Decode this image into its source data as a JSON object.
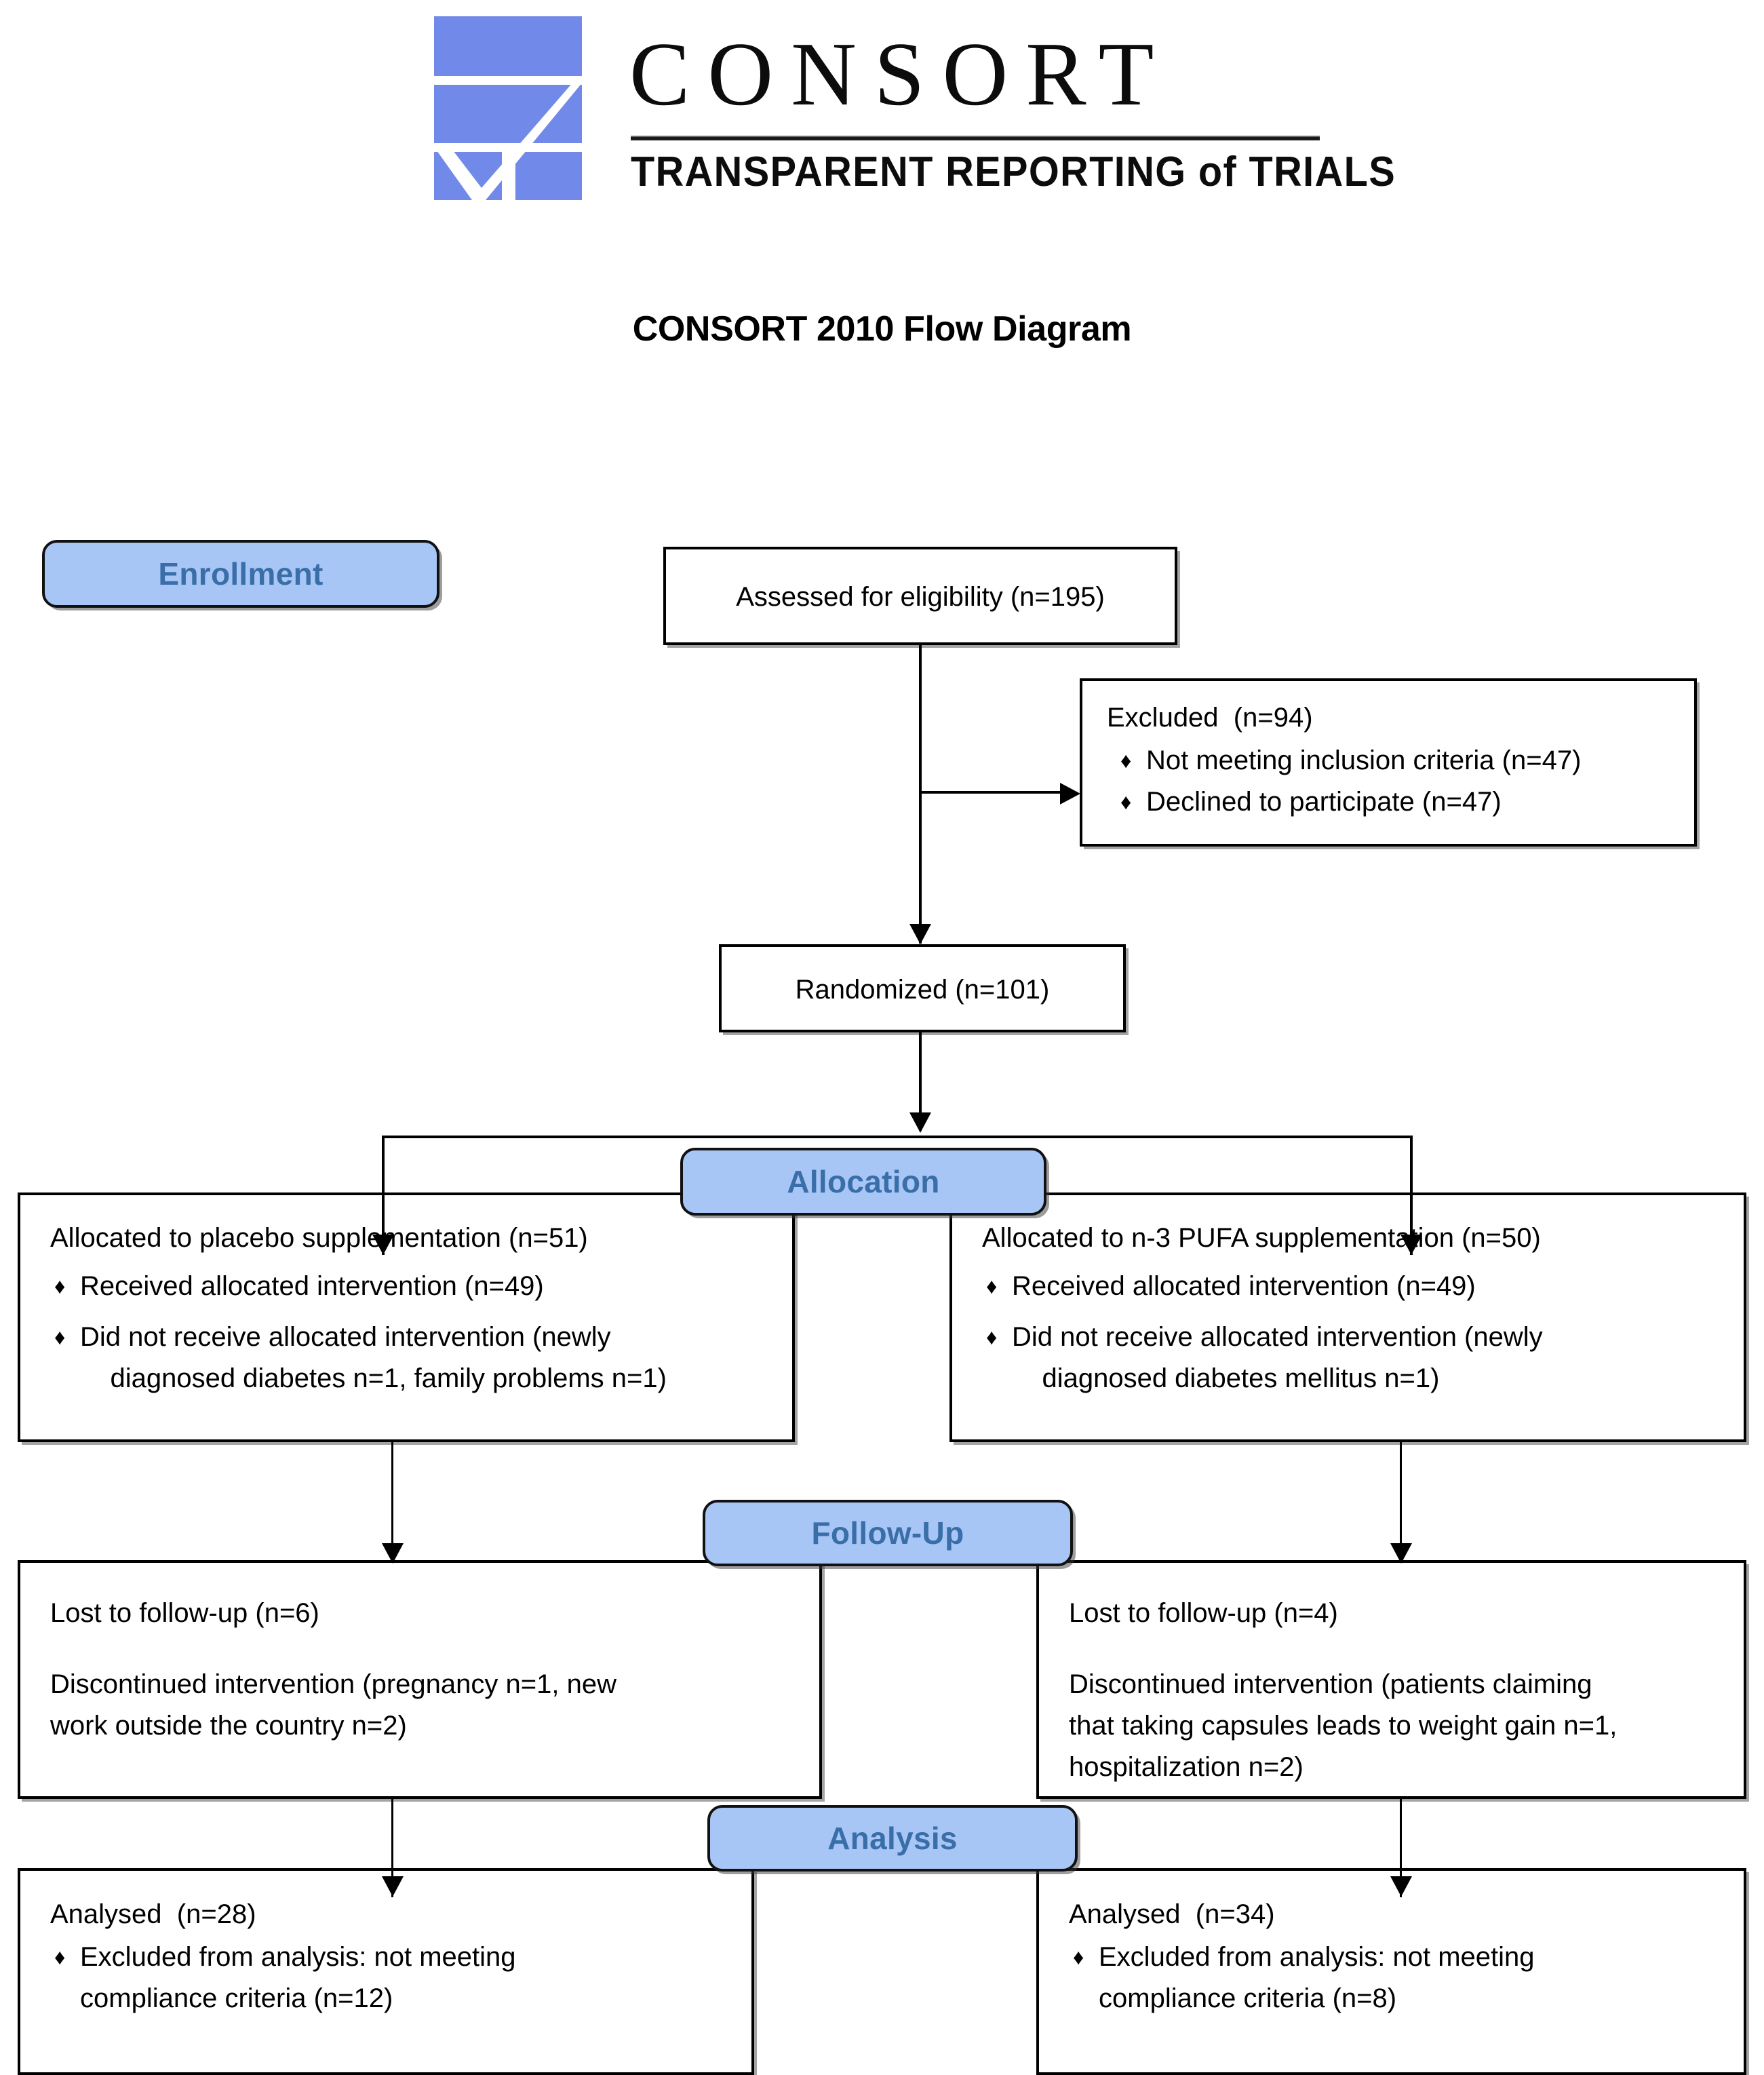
{
  "logo": {
    "wordmark": "CONSORT",
    "tagline": "TRANSPARENT REPORTING of TRIALS",
    "mark_name": "consort-checkmark-logo",
    "mark_color": "#7189e8"
  },
  "page_title": "CONSORT 2010 Flow Diagram",
  "colors": {
    "pill_fill": "#a8c6f5",
    "pill_text": "#3a6ea8",
    "box_border": "#000000",
    "line": "#000000"
  },
  "bullet_glyph": "♦",
  "stages": {
    "enrollment": "Enrollment",
    "allocation": "Allocation",
    "follow_up": "Follow-Up",
    "analysis": "Analysis"
  },
  "nodes": {
    "assessed": {
      "text": "Assessed for eligibility (n=195)"
    },
    "excluded": {
      "heading": "Excluded  (n=94)",
      "bullets": [
        "Not meeting inclusion criteria (n=47)",
        "Declined to participate (n=47)"
      ]
    },
    "randomized": {
      "text": "Randomized (n=101)"
    },
    "alloc_left": {
      "heading": "Allocated to placebo supplementation (n=51)",
      "bullets": [
        "Received allocated intervention (n=49)",
        "Did not receive allocated intervention (newly\n    diagnosed diabetes n=1, family problems n=1)"
      ]
    },
    "alloc_right": {
      "heading": "Allocated to n-3 PUFA supplementation (n=50)",
      "bullets": [
        "Received allocated intervention (n=49)",
        "Did not receive allocated intervention (newly\n    diagnosed diabetes mellitus n=1)"
      ]
    },
    "follow_left": {
      "line1": "Lost to follow-up (n=6)",
      "line2": "Discontinued intervention (pregnancy n=1, new\nwork outside the country n=2)"
    },
    "follow_right": {
      "line1": "Lost to follow-up (n=4)",
      "line2": "Discontinued intervention (patients claiming\nthat taking capsules leads to weight gain n=1,\nhospitalization n=2)"
    },
    "analysis_left": {
      "heading": "Analysed  (n=28)",
      "bullets": [
        "Excluded from analysis: not meeting\ncompliance criteria (n=12)"
      ]
    },
    "analysis_right": {
      "heading": "Analysed  (n=34)",
      "bullets": [
        "Excluded from analysis: not meeting\ncompliance criteria (n=8)"
      ]
    }
  },
  "flow": {
    "type": "consort-flow",
    "counts": {
      "assessed_for_eligibility": 195,
      "excluded_total": 94,
      "excluded_not_meeting_inclusion": 47,
      "excluded_declined": 47,
      "randomized": 101,
      "allocated_placebo": 51,
      "placebo_received": 49,
      "placebo_not_received_diabetes": 1,
      "placebo_not_received_family": 1,
      "allocated_pufa": 50,
      "pufa_received": 49,
      "pufa_not_received_diabetes_mellitus": 1,
      "placebo_lost_to_followup": 6,
      "placebo_discontinued_pregnancy": 1,
      "placebo_discontinued_work_abroad": 2,
      "pufa_lost_to_followup": 4,
      "pufa_discontinued_weight_gain": 1,
      "pufa_discontinued_hospitalization": 2,
      "analysed_placebo": 28,
      "analysis_excluded_placebo": 12,
      "analysed_pufa": 34,
      "analysis_excluded_pufa": 8
    }
  }
}
